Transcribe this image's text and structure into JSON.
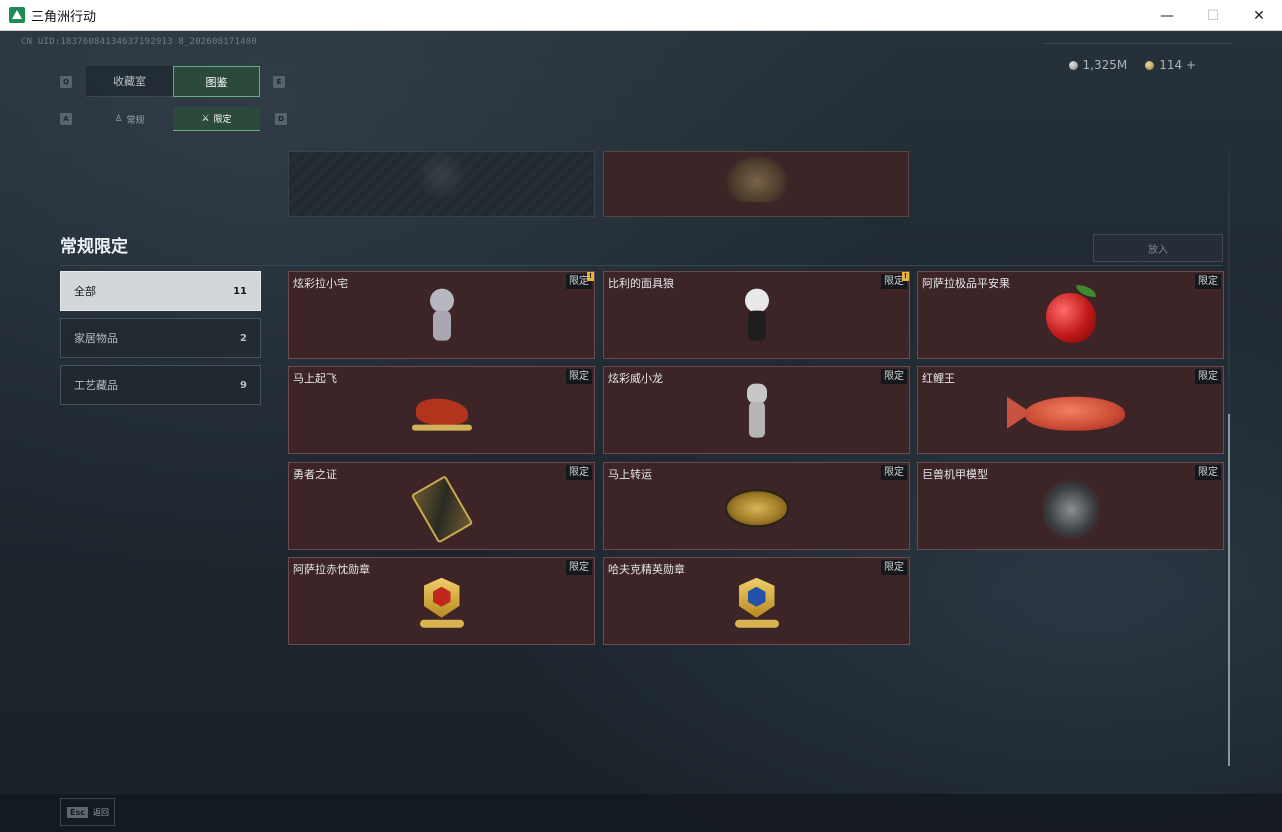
{
  "window": {
    "title": "三角洲行动",
    "minimize": "—",
    "maximize": "☐",
    "close": "✕"
  },
  "header": {
    "uid": "CN UID:18376084134637192913 8_202608171400"
  },
  "currency": {
    "silver": "1,325M",
    "gold": "114 +"
  },
  "keys": {
    "tab_prev": "Q",
    "tab_next": "E",
    "sub_prev": "A",
    "sub_next": "D"
  },
  "tabs": [
    {
      "label": "收藏室",
      "active": false
    },
    {
      "label": "图鉴",
      "active": true
    }
  ],
  "sub_tabs": [
    {
      "label": "常规",
      "icon": "trophy-icon",
      "active": false
    },
    {
      "label": "限定",
      "icon": "limited-icon",
      "active": true
    }
  ],
  "section": {
    "title": "常规限定",
    "place_button": "放入"
  },
  "filters": [
    {
      "label": "全部",
      "count": "11",
      "active": true
    },
    {
      "label": "家居物品",
      "count": "2",
      "active": false
    },
    {
      "label": "工艺藏品",
      "count": "9",
      "active": false
    }
  ],
  "items": [
    {
      "name": "炫彩拉小宅",
      "tag": "限定",
      "alert": "!",
      "art": "doll"
    },
    {
      "name": "比利的面具狼",
      "tag": "限定",
      "alert": "!",
      "art": "doll-dark"
    },
    {
      "name": "阿萨拉极品平安果",
      "tag": "限定",
      "alert": "",
      "art": "apple"
    },
    {
      "name": "马上起飞",
      "tag": "限定",
      "alert": "",
      "art": "horse"
    },
    {
      "name": "炫彩威小龙",
      "tag": "限定",
      "alert": "",
      "art": "statue"
    },
    {
      "name": "红鲤王",
      "tag": "限定",
      "alert": "",
      "art": "fish"
    },
    {
      "name": "勇者之证",
      "tag": "限定",
      "alert": "",
      "art": "card"
    },
    {
      "name": "马上转运",
      "tag": "限定",
      "alert": "",
      "art": "wheel"
    },
    {
      "name": "巨兽机甲模型",
      "tag": "限定",
      "alert": "",
      "art": "mech"
    },
    {
      "name": "阿萨拉赤忱勋章",
      "tag": "限定",
      "alert": "",
      "art": "medal-red"
    },
    {
      "name": "哈夫克精英勋章",
      "tag": "限定",
      "alert": "",
      "art": "medal-blue"
    }
  ],
  "footer": {
    "esc_key": "Esc",
    "back_label": "返回"
  },
  "colors": {
    "accent": "#5fae88",
    "card_bg": "#3d2427",
    "background": "#1e272f"
  }
}
